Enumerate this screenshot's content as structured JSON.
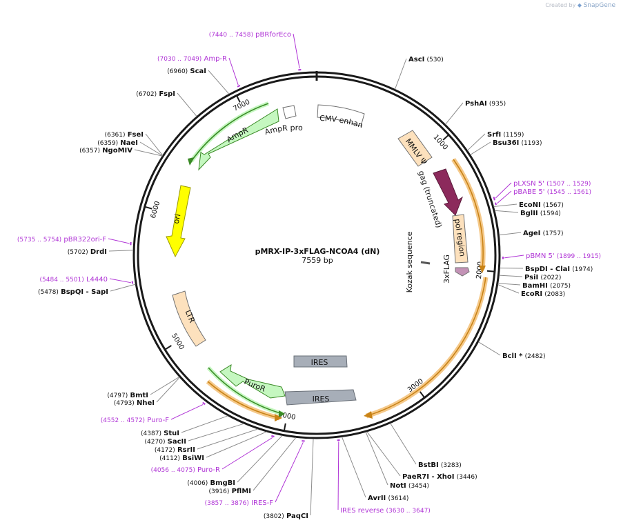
{
  "plasmid": {
    "name": "pMRX-IP-3xFLAG-NCOA4 (dN)",
    "length": 7559,
    "length_label": "7559 bp"
  },
  "watermark": {
    "created_by": "Created by",
    "brand": "SnapGene"
  },
  "colors": {
    "backbone": "#1a1a1a",
    "primer": "#b035d6",
    "cut_line": "#8c8c8c",
    "orf_orange": "#f2a62e",
    "ampr": "#c5f7c0",
    "ampr_edge": "#3a8a26",
    "ori": "#ffff00",
    "ltr": "#fde1bd",
    "ires": "#a7aeb8",
    "gag": "#8c2a5c",
    "flag": "#c392b6",
    "promoter": "#ffffff"
  },
  "ticks": [
    "1000",
    "2000",
    "3000",
    "4000",
    "5000",
    "6000",
    "7000"
  ],
  "enzymes": [
    {
      "name": "AscI",
      "pos": "(530)"
    },
    {
      "name": "PshAI",
      "pos": "(935)"
    },
    {
      "name": "SrfI",
      "pos": "(1159)"
    },
    {
      "name": "Bsu36I",
      "pos": "(1193)"
    },
    {
      "name": "EcoNI",
      "pos": "(1567)"
    },
    {
      "name": "BglII",
      "pos": "(1594)"
    },
    {
      "name": "AgeI",
      "pos": "(1757)"
    },
    {
      "name": "BspDI - ClaI",
      "pos": "(1974)"
    },
    {
      "name": "PsiI",
      "pos": "(2022)"
    },
    {
      "name": "BamHI",
      "pos": "(2075)"
    },
    {
      "name": "EcoRI",
      "pos": "(2083)"
    },
    {
      "name": "BclI *",
      "pos": "(2482)"
    },
    {
      "name": "BstBI",
      "pos": "(3283)"
    },
    {
      "name": "PaeR7I - XhoI",
      "pos": "(3446)"
    },
    {
      "name": "NotI",
      "pos": "(3454)"
    },
    {
      "name": "AvrII",
      "pos": "(3614)"
    },
    {
      "name": "PaqCI",
      "pos": "(3802)"
    },
    {
      "name": "PflMI",
      "pos": "(3916)"
    },
    {
      "name": "BmgBI",
      "pos": "(4006)"
    },
    {
      "name": "BsiWI",
      "pos": "(4112)"
    },
    {
      "name": "RsrII",
      "pos": "(4172)"
    },
    {
      "name": "SacII",
      "pos": "(4270)"
    },
    {
      "name": "StuI",
      "pos": "(4387)"
    },
    {
      "name": "NheI",
      "pos": "(4793)"
    },
    {
      "name": "BmtI",
      "pos": "(4797)"
    },
    {
      "name": "BspQI - SapI",
      "pos": "(5478)"
    },
    {
      "name": "DrdI",
      "pos": "(5702)"
    },
    {
      "name": "NgoMIV",
      "pos": "(6357)"
    },
    {
      "name": "NaeI",
      "pos": "(6359)"
    },
    {
      "name": "FseI",
      "pos": "(6361)"
    },
    {
      "name": "FspI",
      "pos": "(6702)"
    },
    {
      "name": "ScaI",
      "pos": "(6960)"
    }
  ],
  "primers": [
    {
      "name": "pLXSN 5'",
      "range": "(1507 .. 1529)"
    },
    {
      "name": "pBABE 5'",
      "range": "(1545 .. 1561)"
    },
    {
      "name": "pBMN 5'",
      "range": "(1899 .. 1915)"
    },
    {
      "name": "IRES reverse",
      "range": "(3630 .. 3647)"
    },
    {
      "name": "IRES-F",
      "range": "(3857 .. 3876)"
    },
    {
      "name": "Puro-R",
      "range": "(4056 .. 4075)"
    },
    {
      "name": "Puro-F",
      "range": "(4552 .. 4572)"
    },
    {
      "name": "L4440",
      "range": "(5484 .. 5501)"
    },
    {
      "name": "pBR322ori-F",
      "range": "(5735 .. 5754)"
    },
    {
      "name": "Amp-R",
      "range": "(7030 .. 7049)"
    },
    {
      "name": "pBRforEco",
      "range": "(7440 .. 7458)"
    }
  ],
  "features": [
    {
      "name": "CMV enhancer"
    },
    {
      "name": "MMLV Ψ"
    },
    {
      "name": "gag (truncated)"
    },
    {
      "name": "pol region"
    },
    {
      "name": "Kozak sequence"
    },
    {
      "name": "3xFLAG"
    },
    {
      "name": "IRES"
    },
    {
      "name": "IRES"
    },
    {
      "name": "PuroR"
    },
    {
      "name": "LTR"
    },
    {
      "name": "ori"
    },
    {
      "name": "AmpR"
    },
    {
      "name": "AmpR promoter"
    }
  ]
}
